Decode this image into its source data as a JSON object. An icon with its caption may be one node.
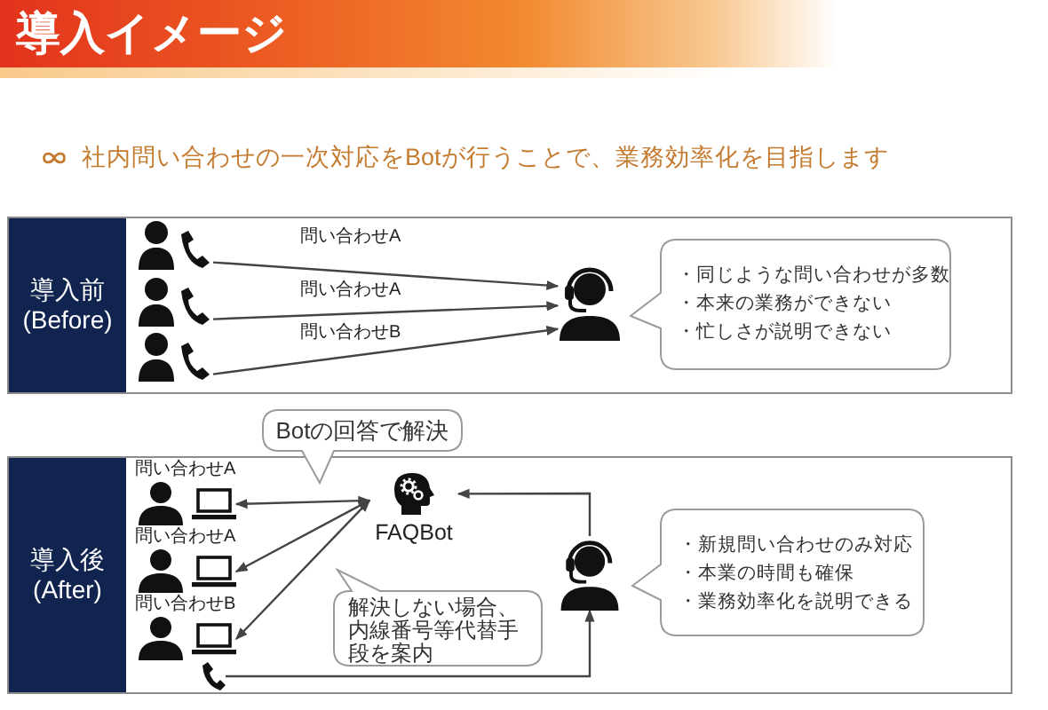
{
  "diagram": {
    "title": "導入イメージ",
    "nodes": [
      {
        "text": [
          "導入前 (Before)"
        ]
      },
      {
        "text": [],
        "shape": "person",
        "in": 0
      },
      {
        "text": [],
        "shape": "person",
        "in": 0
      },
      {
        "text": [],
        "shape": "person",
        "in": 0
      },
      {
        "text": [],
        "shape": "person",
        "in": 0
      },
      {
        "text": [
          "・同じような問い合わせが多数",
          "・本来の業務ができない",
          "・忙しさが説明できない"
        ],
        "in": 0
      },
      {
        "text": [
          "導入後 (After)"
        ]
      },
      {
        "text": [],
        "shape": "person",
        "in": 6
      },
      {
        "text": [],
        "shape": "laptop",
        "in": 6
      },
      {
        "text": [],
        "shape": "person",
        "in": 6
      },
      {
        "text": [],
        "shape": "laptop",
        "in": 6
      },
      {
        "text": [],
        "shape": "person",
        "in": 6
      },
      {
        "text": [],
        "shape": "laptop",
        "in": 6
      },
      {
        "text": [],
        "shape": "phone",
        "in": 6
      },
      {
        "text": [
          "FAQBot"
        ],
        "in": 6
      },
      {
        "text": [],
        "shape": "person",
        "in": 6
      },
      {
        "text": [
          "Botの回答で解決"
        ]
      },
      {
        "text": [
          "解決しない場合、内線番号等代替手段を案内"
        ],
        "in": 6
      },
      {
        "text": [
          "・新規問い合わせのみ対応",
          "・本業の時間も確保",
          "・業務効率化を説明できる"
        ],
        "in": 6
      }
    ],
    "edges": [
      {
        "from": 1,
        "to": 4,
        "arrow": "to",
        "label": "問い合わせA"
      },
      {
        "from": 2,
        "to": 4,
        "arrow": "to",
        "label": "問い合わせA"
      },
      {
        "from": 3,
        "to": 4,
        "arrow": "to",
        "label": "問い合わせB"
      },
      {
        "from": 8,
        "to": 14,
        "arrow": "both"
      },
      {
        "from": 10,
        "to": 14,
        "arrow": "both"
      },
      {
        "from": 12,
        "to": 14,
        "arrow": "both"
      },
      {
        "from": 15,
        "to": 14,
        "arrow": "to"
      },
      {
        "from": 13,
        "to": 15,
        "arrow": "to"
      }
    ],
    "labels": [
      "社内問い合わせの一次対応をBotが行うことで、業務効率化を目指します",
      "問い合わせA",
      "問い合わせA",
      "問い合わせB"
    ]
  }
}
